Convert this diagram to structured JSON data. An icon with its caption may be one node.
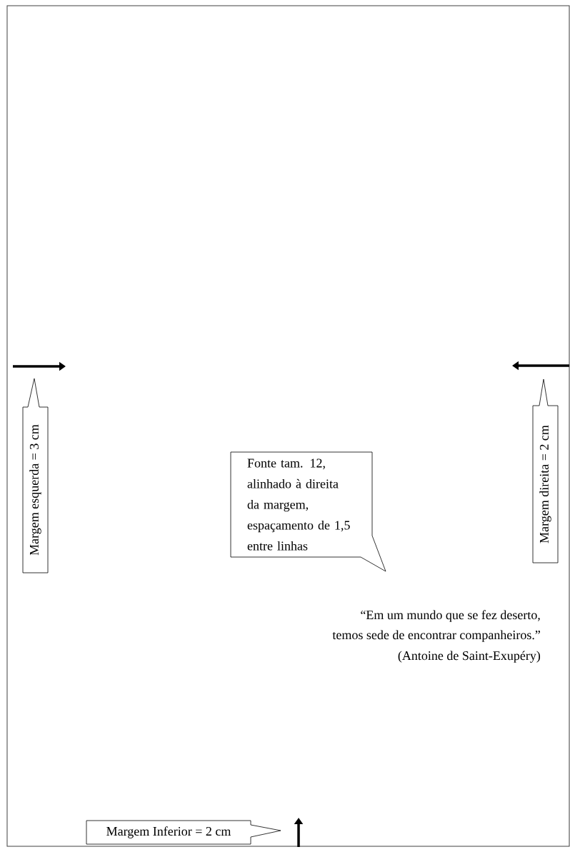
{
  "diagram": {
    "nodes": [
      {
        "text": [
          "Margem esquerda = 3 cm"
        ]
      },
      {
        "text": [
          "Margem direita = 2 cm"
        ]
      },
      {
        "text": [
          "Fonte tam. 12, alinhado à direita da margem, espaçamento de 1,5 entre linhas"
        ]
      },
      {
        "text": [
          "Margem Inferior = 2 cm"
        ]
      }
    ],
    "labels": [
      "“Em um mundo que se fez deserto,",
      "temos sede de encontrar companheiros.”",
      "(Antoine de Saint-Exupéry)"
    ]
  }
}
